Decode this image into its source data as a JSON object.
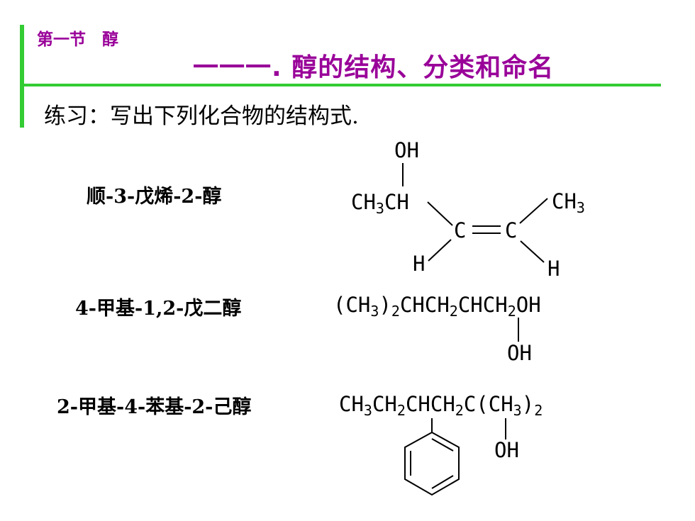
{
  "header": {
    "section_label": "第一节　醇",
    "title": "一一一. 醇的结构、分类和命名"
  },
  "exercise": {
    "prompt": "练习：写出下列化合物的结构式."
  },
  "compounds": [
    {
      "name": "顺-3-戊烯-2-醇",
      "structure": {
        "oh": "OH",
        "ch3_left": "CH3CH",
        "c1": "C",
        "c2": "C",
        "ch3_right": "CH3",
        "h_left": "H",
        "h_right": "H"
      }
    },
    {
      "name": "4-甲基-1,2-戊二醇",
      "structure": {
        "formula": "(CH3)2CHCH2CHCH2OH",
        "oh": "OH"
      }
    },
    {
      "name": "2-甲基-4-苯基-2-己醇",
      "structure": {
        "formula": "CH3CH2CHCH2C(CH3)2",
        "oh": "OH"
      }
    }
  ]
}
